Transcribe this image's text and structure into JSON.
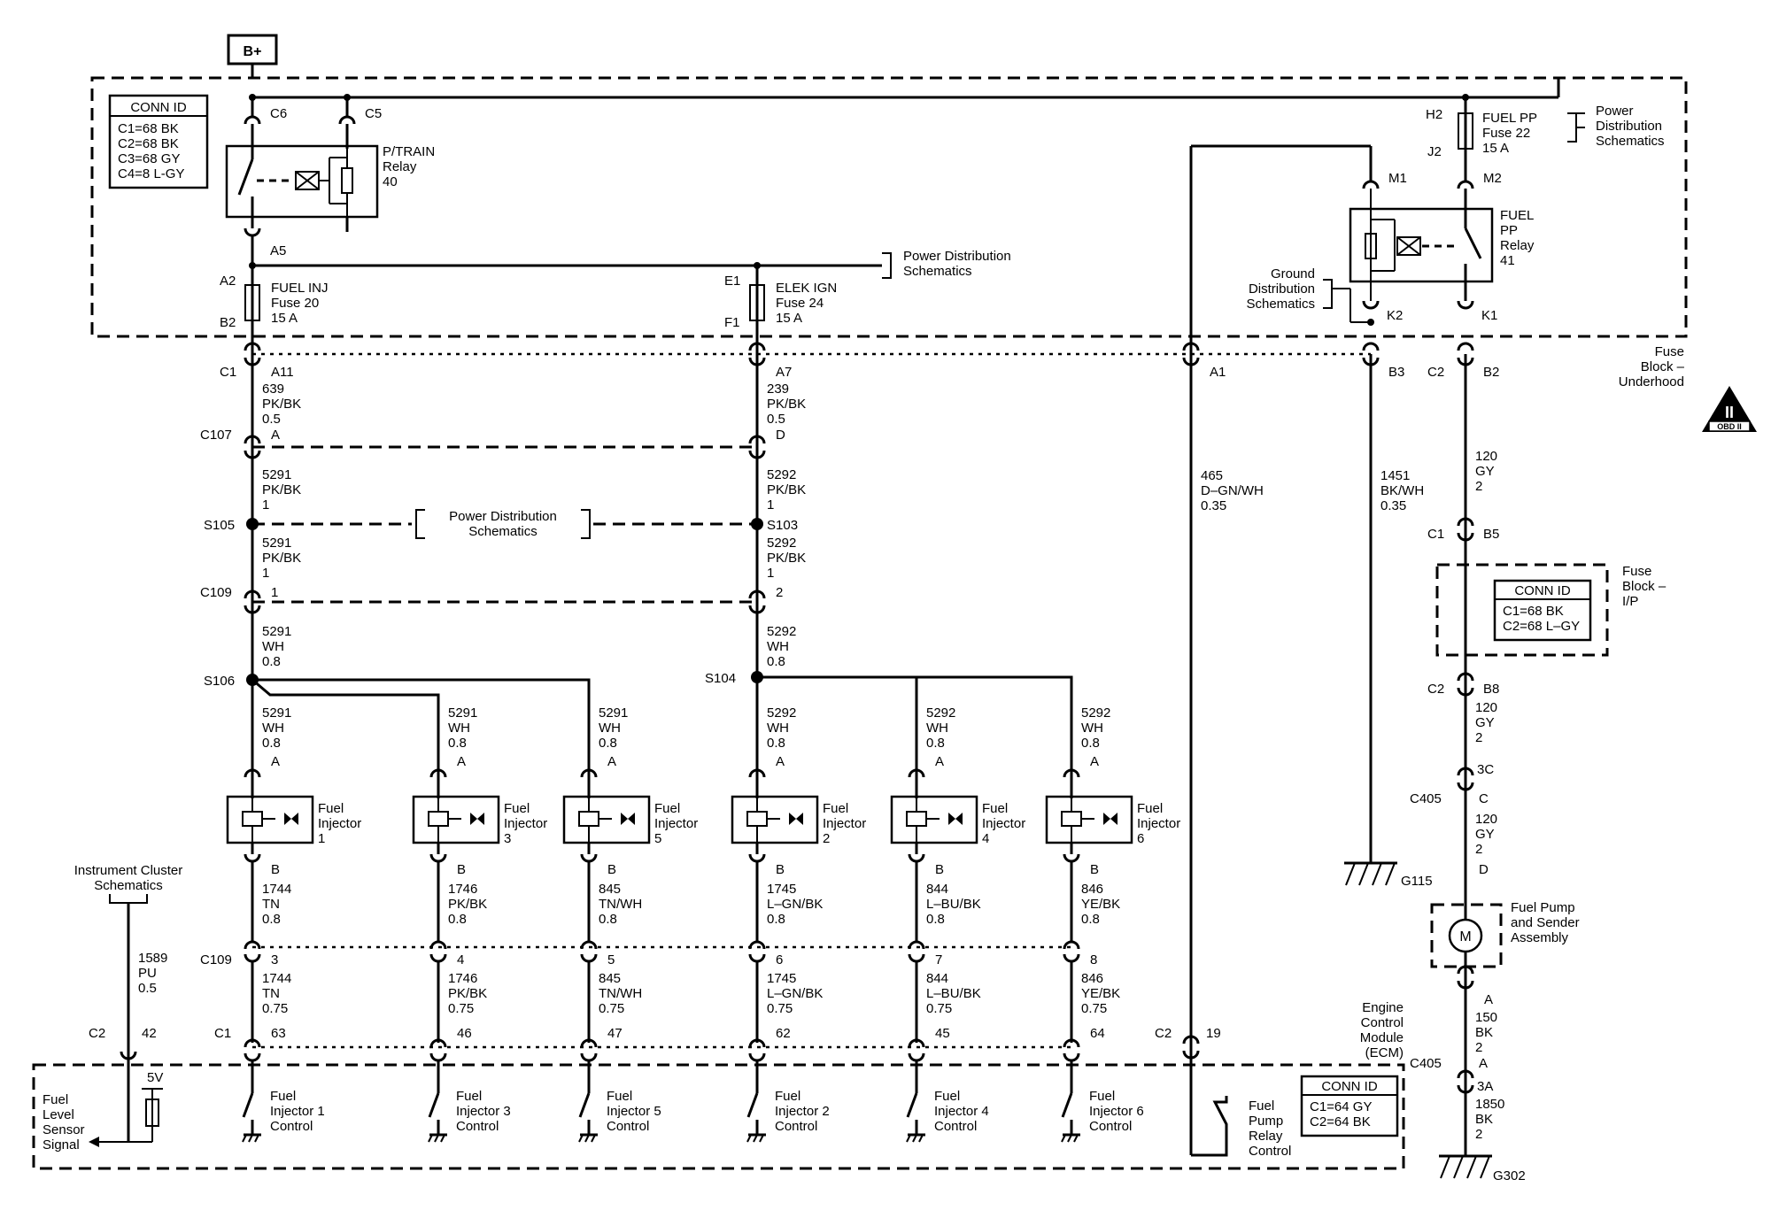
{
  "power": {
    "b_plus": "B+"
  },
  "conn_top": {
    "title": "CONN ID",
    "lines": [
      "C1=68 BK",
      "C2=68 BK",
      "C3=68 GY",
      "C4=8 L-GY"
    ]
  },
  "ptrain": {
    "c6": "C6",
    "c5": "C5",
    "name": "P/TRAIN",
    "l2": "Relay",
    "l3": "40",
    "a5": "A5"
  },
  "fuse20": {
    "top": "A2",
    "bot": "B2",
    "name": "FUEL INJ",
    "l2": "Fuse 20",
    "l3": "15 A"
  },
  "fuse24": {
    "top": "E1",
    "bot": "F1",
    "name": "ELEK IGN",
    "l2": "Fuse 24",
    "l3": "15 A"
  },
  "pds": {
    "l1": "Power Distribution",
    "l2": "Schematics",
    "r1": "Power",
    "r2": "Distribution",
    "r3": "Schematics"
  },
  "gds": {
    "l1": "Ground",
    "l2": "Distribution",
    "l3": "Schematics"
  },
  "fuelpp_fuse": {
    "top": "H2",
    "bot": "J2",
    "name": "FUEL PP",
    "l2": "Fuse 22",
    "l3": "15 A"
  },
  "fuelpp_relay": {
    "m1": "M1",
    "m2": "M2",
    "name": "FUEL",
    "l2": "PP",
    "l3": "Relay",
    "l4": "41",
    "k2": "K2",
    "k1": "K1"
  },
  "underhood": {
    "l1": "Fuse",
    "l2": "Block –",
    "l3": "Underhood"
  },
  "obd": {
    "numeral": "II",
    "label": "OBD II"
  },
  "row_c1": {
    "label": "C1",
    "a11": "A11",
    "a7": "A7",
    "a1": "A1",
    "b3": "B3",
    "c2": "C2",
    "b2": "B2"
  },
  "wire_a11": {
    "l1": "639",
    "l2": "PK/BK",
    "l3": "0.5"
  },
  "wire_a7": {
    "l1": "239",
    "l2": "PK/BK",
    "l3": "0.5"
  },
  "row_c107": {
    "label": "C107",
    "a": "A",
    "d": "D"
  },
  "w5291a": {
    "l1": "5291",
    "l2": "PK/BK",
    "l3": "1"
  },
  "w5292a": {
    "l1": "5292",
    "l2": "PK/BK",
    "l3": "1"
  },
  "splice": {
    "s105": "S105",
    "s103": "S103",
    "s106": "S106",
    "s104": "S104"
  },
  "w5291b": {
    "l1": "5291",
    "l2": "PK/BK",
    "l3": "1"
  },
  "w5292b": {
    "l1": "5292",
    "l2": "PK/BK",
    "l3": "1"
  },
  "row_c109a": {
    "label": "C109",
    "p1": "1",
    "p2": "2"
  },
  "w5291c": {
    "l1": "5291",
    "l2": "WH",
    "l3": "0.8"
  },
  "w5292c": {
    "l1": "5292",
    "l2": "WH",
    "l3": "0.8"
  },
  "w465": {
    "l1": "465",
    "l2": "D–GN/WH",
    "l3": "0.35"
  },
  "w1451": {
    "l1": "1451",
    "l2": "BK/WH",
    "l3": "0.35"
  },
  "w120a": {
    "l1": "120",
    "l2": "GY",
    "l3": "2"
  },
  "ip_block": {
    "c1": "C1",
    "b5": "B5",
    "f1": "Fuse",
    "f2": "Block –",
    "f3": "I/P",
    "title": "CONN ID",
    "l1": "C1=68 BK",
    "l2": "C2=68 L–GY",
    "c2": "C2",
    "b8": "B8"
  },
  "w120b": {
    "l1": "120",
    "l2": "GY",
    "l3": "2"
  },
  "c405": {
    "top": "3C",
    "label": "C405",
    "c": "C",
    "d": "D",
    "a": "A",
    "label2": "C405",
    "a2": "A",
    "bot": "3A"
  },
  "w120c": {
    "l1": "120",
    "l2": "GY",
    "l3": "2"
  },
  "pump": {
    "l1": "Fuel Pump",
    "l2": "and Sender",
    "l3": "Assembly",
    "m": "M"
  },
  "w150": {
    "l1": "150",
    "l2": "BK",
    "l3": "2"
  },
  "w1850": {
    "l1": "1850",
    "l2": "BK",
    "l3": "2"
  },
  "grounds": {
    "g115": "G115",
    "g302": "G302"
  },
  "injectors": [
    {
      "top_wire": [
        "5291",
        "WH",
        "0.8"
      ],
      "a": "A",
      "name1": "Fuel",
      "name2": "Injector",
      "num": "1",
      "b": "B",
      "wire1": [
        "1744",
        "TN",
        "0.8"
      ],
      "pin": "3",
      "wire2": [
        "1744",
        "TN",
        "0.75"
      ],
      "ecm_pin": "63",
      "ctl1": "Fuel",
      "ctl2": "Injector 1",
      "ctl3": "Control"
    },
    {
      "top_wire": [
        "5291",
        "WH",
        "0.8"
      ],
      "a": "A",
      "name1": "Fuel",
      "name2": "Injector",
      "num": "3",
      "b": "B",
      "wire1": [
        "1746",
        "PK/BK",
        "0.8"
      ],
      "pin": "4",
      "wire2": [
        "1746",
        "PK/BK",
        "0.75"
      ],
      "ecm_pin": "46",
      "ctl1": "Fuel",
      "ctl2": "Injector 3",
      "ctl3": "Control"
    },
    {
      "top_wire": [
        "5291",
        "WH",
        "0.8"
      ],
      "a": "A",
      "name1": "Fuel",
      "name2": "Injector",
      "num": "5",
      "b": "B",
      "wire1": [
        "845",
        "TN/WH",
        "0.8"
      ],
      "pin": "5",
      "wire2": [
        "845",
        "TN/WH",
        "0.75"
      ],
      "ecm_pin": "47",
      "ctl1": "Fuel",
      "ctl2": "Injector 5",
      "ctl3": "Control"
    },
    {
      "top_wire": [
        "5292",
        "WH",
        "0.8"
      ],
      "a": "A",
      "name1": "Fuel",
      "name2": "Injector",
      "num": "2",
      "b": "B",
      "wire1": [
        "1745",
        "L–GN/BK",
        "0.8"
      ],
      "pin": "6",
      "wire2": [
        "1745",
        "L–GN/BK",
        "0.75"
      ],
      "ecm_pin": "62",
      "ctl1": "Fuel",
      "ctl2": "Injector 2",
      "ctl3": "Control"
    },
    {
      "top_wire": [
        "5292",
        "WH",
        "0.8"
      ],
      "a": "A",
      "name1": "Fuel",
      "name2": "Injector",
      "num": "4",
      "b": "B",
      "wire1": [
        "844",
        "L–BU/BK",
        "0.8"
      ],
      "pin": "7",
      "wire2": [
        "844",
        "L–BU/BK",
        "0.75"
      ],
      "ecm_pin": "45",
      "ctl1": "Fuel",
      "ctl2": "Injector 4",
      "ctl3": "Control"
    },
    {
      "top_wire": [
        "5292",
        "WH",
        "0.8"
      ],
      "a": "A",
      "name1": "Fuel",
      "name2": "Injector",
      "num": "6",
      "b": "B",
      "wire1": [
        "846",
        "YE/BK",
        "0.8"
      ],
      "pin": "8",
      "wire2": [
        "846",
        "YE/BK",
        "0.75"
      ],
      "ecm_pin": "64",
      "ctl1": "Fuel",
      "ctl2": "Injector 6",
      "ctl3": "Control"
    }
  ],
  "row_c109b": {
    "label": "C109"
  },
  "row_c1b": {
    "label": "C1"
  },
  "cluster": {
    "l1": "Instrument Cluster",
    "l2": "Schematics",
    "w1": "1589",
    "w2": "PU",
    "w3": "0.5",
    "c2": "C2",
    "pin": "42",
    "v5": "5V",
    "s1": "Fuel",
    "s2": "Level",
    "s3": "Sensor",
    "s4": "Signal"
  },
  "ecm": {
    "l1": "Engine",
    "l2": "Control",
    "l3": "Module",
    "l4": "(ECM)",
    "c2": "C2",
    "pin": "19",
    "p1": "Fuel",
    "p2": "Pump",
    "p3": "Relay",
    "p4": "Control",
    "conn_title": "CONN ID",
    "conn1": "C1=64 GY",
    "conn2": "C2=64 BK"
  }
}
